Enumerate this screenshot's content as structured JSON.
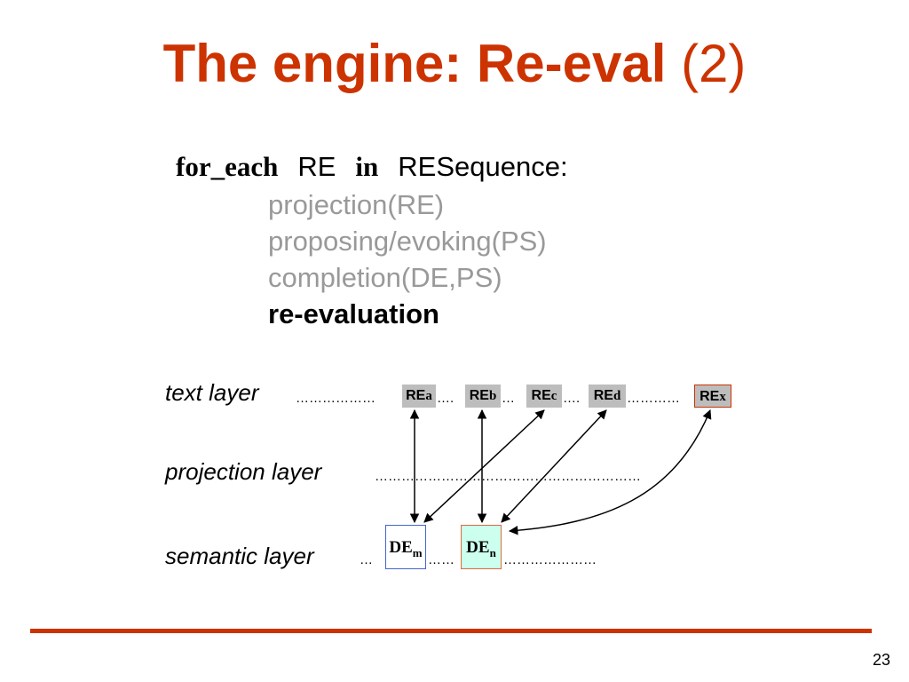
{
  "title": {
    "main": "The engine: Re-eval",
    "suffix": "(2)"
  },
  "code": {
    "kw_for": "for_each",
    "var": "RE",
    "kw_in": "in",
    "seq": "RESequence:",
    "steps": [
      "projection(RE)",
      "proposing/evoking(PS)",
      "completion(DE,PS)",
      "re-evaluation"
    ]
  },
  "layers": {
    "text": "text layer",
    "projection": "projection layer",
    "semantic": "semantic layer"
  },
  "dots": {
    "text_1": "………………",
    "text_2": "….",
    "text_3": "…",
    "text_4": "….",
    "text_5": "…………",
    "projection": "……………………………………………………",
    "semantic_1": "…",
    "semantic_2": "……",
    "semantic_3": "…………………"
  },
  "re_items": [
    {
      "base": "RE",
      "sub": "a"
    },
    {
      "base": "RE",
      "sub": "b"
    },
    {
      "base": "RE",
      "sub": "c"
    },
    {
      "base": "RE",
      "sub": "d"
    },
    {
      "base": "RE",
      "sub": "x"
    }
  ],
  "de_items": [
    {
      "base": "DE",
      "sub": "m"
    },
    {
      "base": "DE",
      "sub": "n"
    }
  ],
  "colors": {
    "accent": "#cc3300",
    "re_box": "#bdbdbd",
    "de_m_border": "#4466cc",
    "de_n_border": "#e06a3a",
    "de_n_fill": "#ccffee",
    "step_gray": "#999999"
  },
  "page_number": "23"
}
